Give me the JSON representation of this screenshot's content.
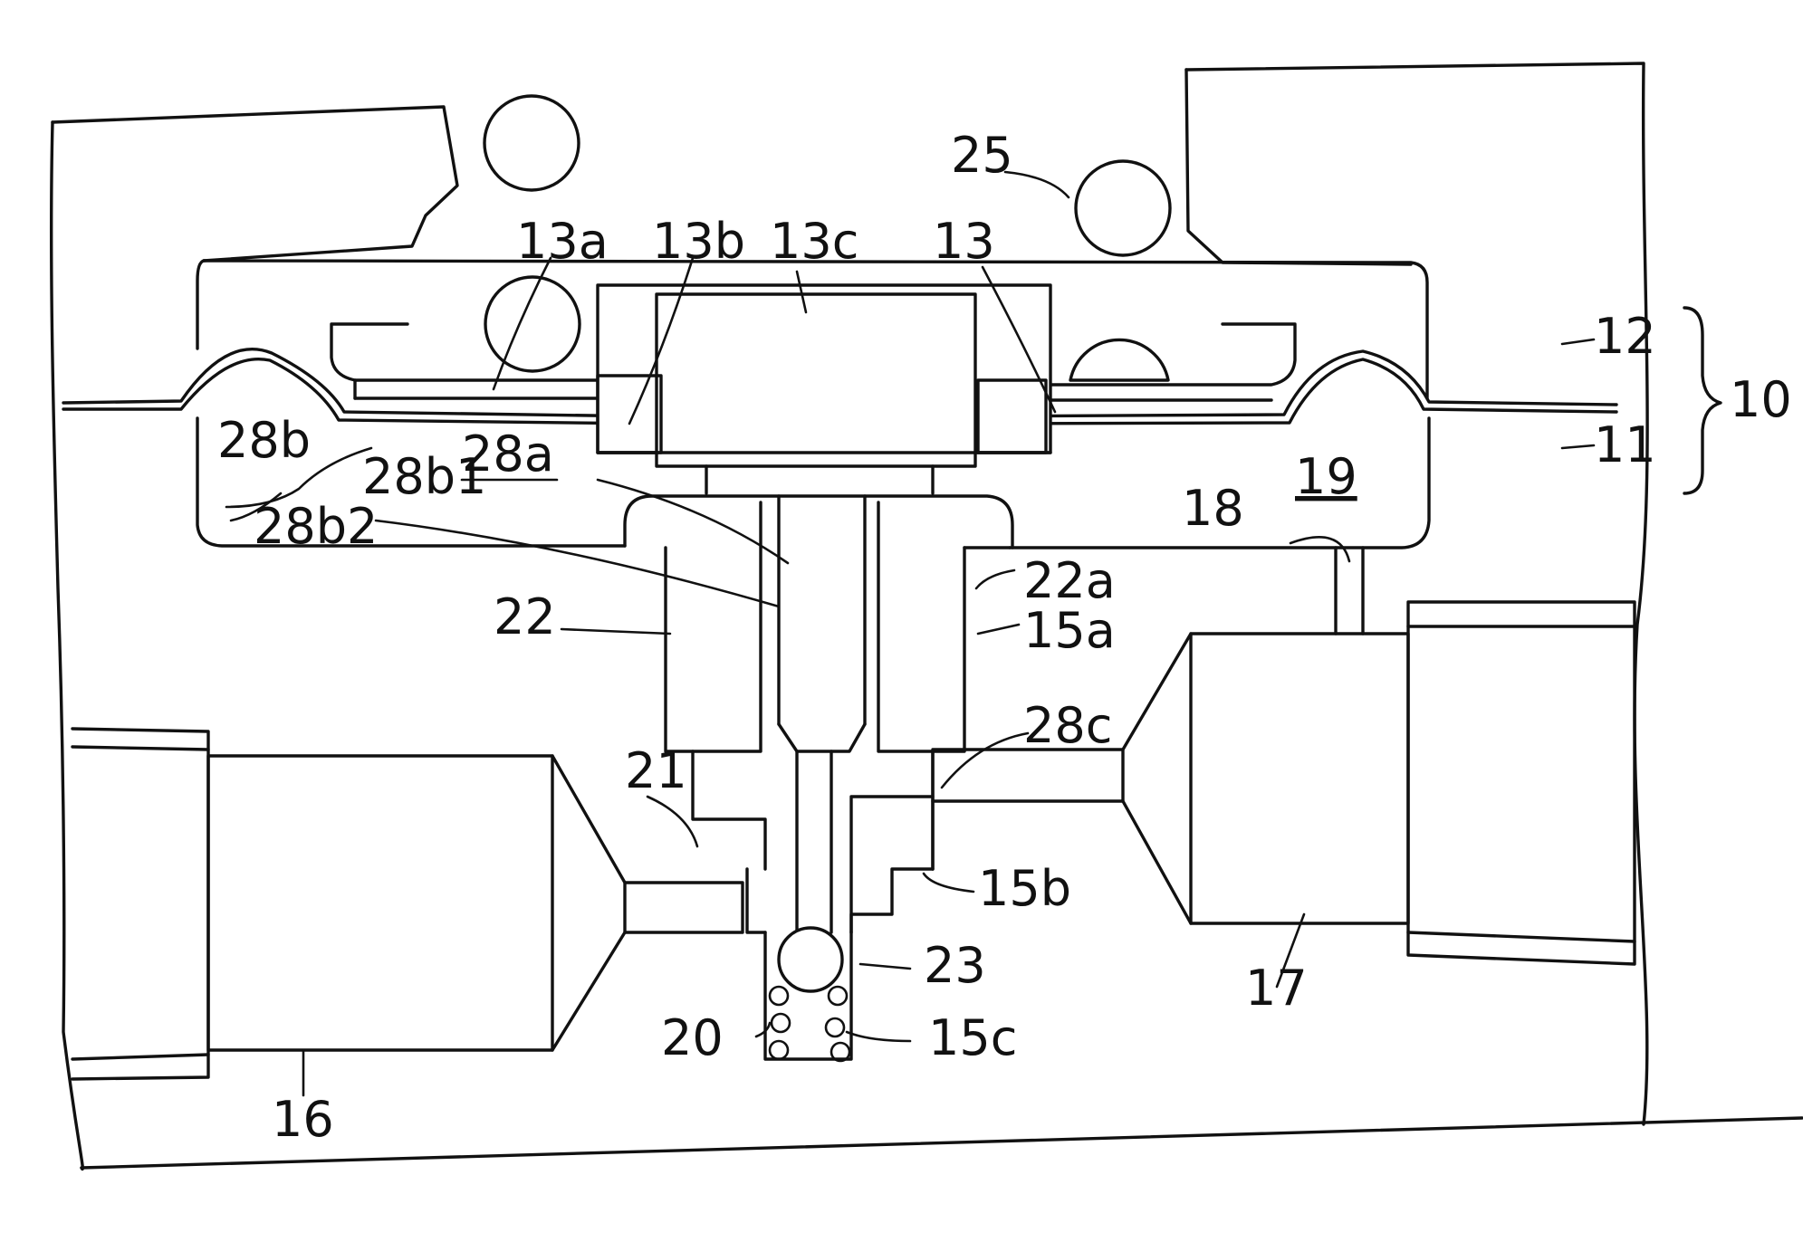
{
  "figure": {
    "labels": {
      "l_13a": "13a",
      "l_13b": "13b",
      "l_13c": "13c",
      "l_13": "13",
      "l_25": "25",
      "l_12": "12",
      "l_10": "10",
      "l_11": "11",
      "l_19": "19",
      "l_18": "18",
      "l_28b": "28b",
      "l_28b1": "28b1",
      "l_28a": "28a",
      "l_28b2": "28b2",
      "l_22a": "22a",
      "l_15a": "15a",
      "l_22": "22",
      "l_28c": "28c",
      "l_21": "21",
      "l_15b": "15b",
      "l_23": "23",
      "l_20": "20",
      "l_15c": "15c",
      "l_17": "17",
      "l_16": "16"
    }
  }
}
